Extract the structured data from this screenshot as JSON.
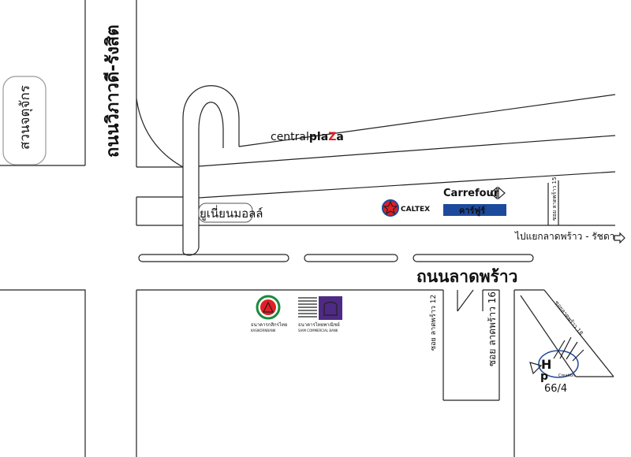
{
  "map": {
    "park_label": "สวนจตุจักร",
    "vibhavadi_road": "ถนนวิภาวดี-รังสิต",
    "ladprao_road": "ถนนลาดพร้าว",
    "direction_label": "ไปแยกลาดพร้าว - รัชดา",
    "soi15": "ซอย ลาดพร้าว 15",
    "soi12": "ซอย ลาดพร้าว 12",
    "soi16": "ซอย ลาดพร้าว 16",
    "soi_diag": "ซอยลาดพร้าว 18",
    "address_number": "66/4"
  },
  "landmarks": {
    "central_prefix": "central",
    "central_bold1": "pla",
    "central_bold2": "a",
    "union_mall": "ยูเนี่ยนมอลล์",
    "caltex": "CALTEX",
    "carrefour": "Carrefour",
    "carrefour_thai": "คาร์ฟูร์",
    "kbank_th": "ธนาคารกสิกรไทย",
    "kbank_en": "KASIKORNBANK",
    "scb_th": "ธนาคารไทยพาณิชย์",
    "scb_en": "SIAM COMMERCIAL BANK",
    "destination_logo_h": "H",
    "destination_logo_p": "p",
    "destination_sub": "Creation"
  },
  "colors": {
    "central_red": "#e31e24",
    "carrefour_blue": "#1d4a9c",
    "carrefour_red": "#e31e24",
    "caltex_red": "#e31e24",
    "kbank_green": "#1a8b3c",
    "scb_purple": "#4e2a84",
    "destination_red": "#e31e24",
    "destination_blue": "#1d4a9c"
  }
}
